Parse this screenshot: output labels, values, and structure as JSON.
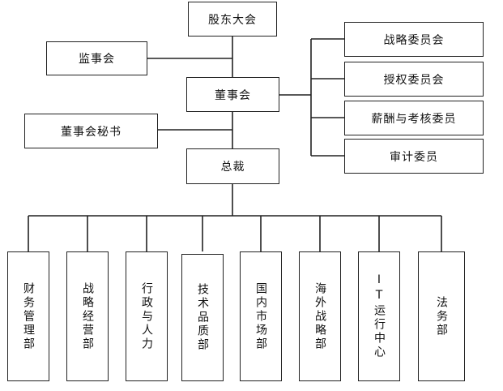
{
  "org": {
    "shareholders": "股东大会",
    "supervisors": "监事会",
    "board": "董事会",
    "board_secretary": "董事会秘书",
    "president": "总裁",
    "committees": [
      "战略委员会",
      "授权委员会",
      "薪酬与考核委员",
      "审计委员"
    ],
    "departments": [
      "财务管理部",
      "战略经营部",
      "行政与人力",
      "技术品质部",
      "国内市场部",
      "海外战略部",
      "IT运行中心",
      "法务部"
    ]
  }
}
